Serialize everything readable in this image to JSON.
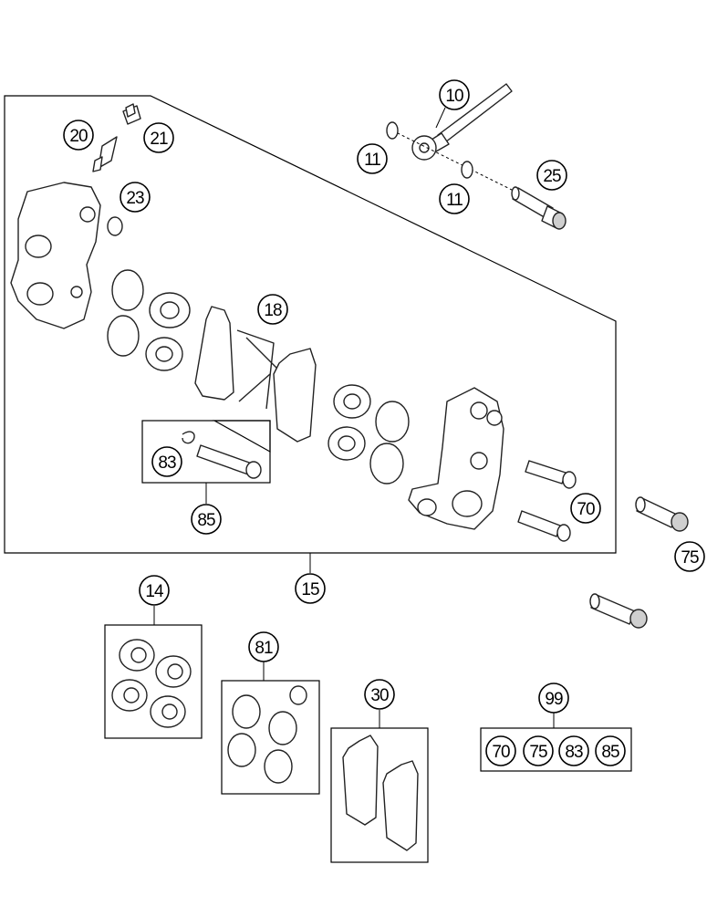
{
  "callouts": {
    "c10": "10",
    "c11a": "11",
    "c11b": "11",
    "c25": "25",
    "c20": "20",
    "c21": "21",
    "c23": "23",
    "c18": "18",
    "c83": "83",
    "c85": "85",
    "c70": "70",
    "c75": "75",
    "c15": "15",
    "c14": "14",
    "c81": "81",
    "c30": "30",
    "c99": "99",
    "k70": "70",
    "k75": "75",
    "k83": "83",
    "k85": "85"
  },
  "colors": {
    "line": "#000000",
    "part_stroke": "#222222",
    "background": "#ffffff"
  }
}
